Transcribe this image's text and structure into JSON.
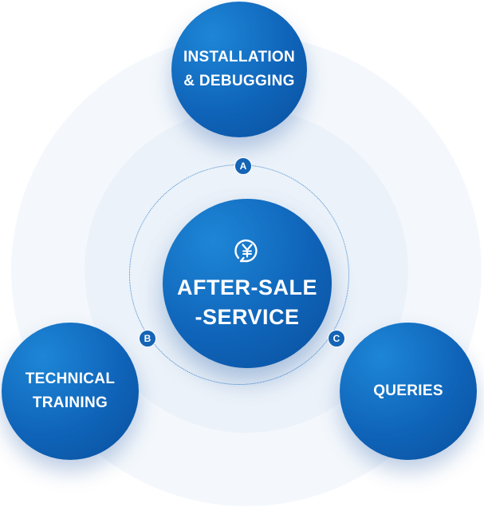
{
  "diagram": {
    "center": {
      "line1": "AFTER-SALE",
      "line2": "-SERVICE",
      "icon": "yen-refresh-icon"
    },
    "top": {
      "line1": "INSTALLATION",
      "line2": "& DEBUGGING"
    },
    "left": {
      "line1": "TECHNICAL",
      "line2": "TRAINING"
    },
    "right": {
      "line1": "QUERIES"
    },
    "badges": {
      "a": "A",
      "b": "B",
      "c": "C"
    },
    "colors": {
      "bubble_main": "#0f64b9",
      "bubble_light": "#1e86d6",
      "bubble_dark": "#0a4f9d",
      "orbit": "#3d86cf",
      "ring_outer": "#f4f8fc",
      "ring_mid": "#ecf2f9"
    }
  }
}
